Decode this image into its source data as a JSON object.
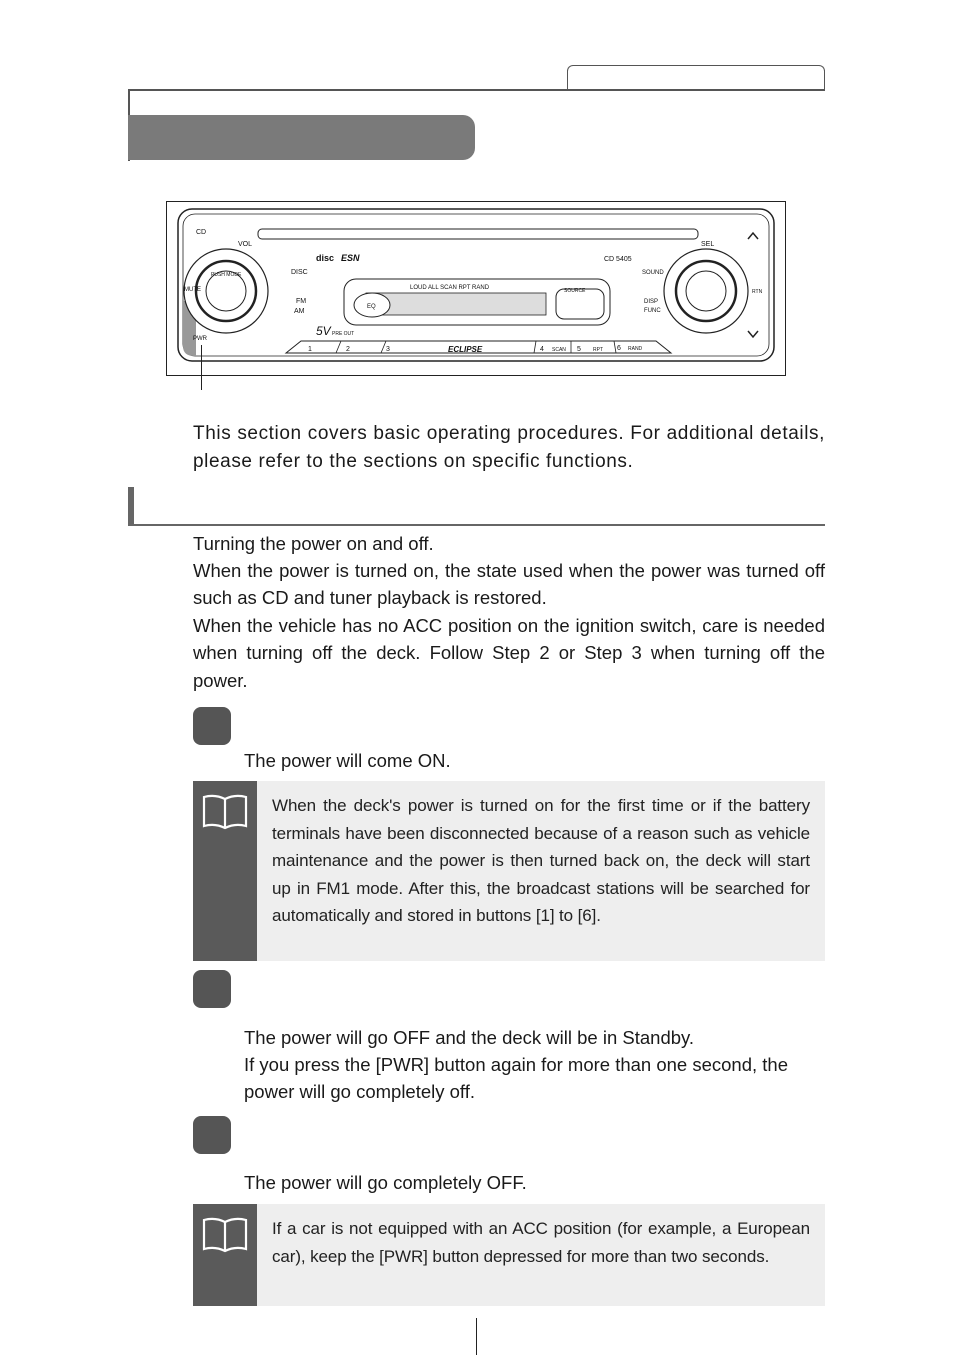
{
  "device": {
    "model": "CD 5405",
    "brand_esn": "ESN",
    "brand_eclipse": "ECLIPSE",
    "cd_logo": "disc",
    "buttons": {
      "cd": "CD",
      "vol": "VOL",
      "push_mode": "PUSH MODE",
      "mute": "MUTE",
      "disc": "DISC",
      "fm": "FM",
      "am": "AM",
      "sel": "SEL",
      "sound": "SOUND",
      "disp": "DISP",
      "func": "FUNC",
      "rtn": "RTN",
      "pwr": "PWR",
      "preout": "5V",
      "preout_label": "PRE OUT",
      "presets": [
        "1",
        "2",
        "3",
        "4",
        "5",
        "6"
      ],
      "scan": "SCAN",
      "rpt": "RPT",
      "rand": "RAND"
    },
    "display": {
      "indicators": "LOUD  ALL  SCAN  RPT  RAND",
      "eq": "EQ",
      "source": "SOURCE"
    }
  },
  "intro": "This section covers basic operating procedures. For additional details, please refer to the sections on specific functions.",
  "power_section": {
    "paragraphs": [
      "Turning the power on and off.",
      "When the power is turned on, the state used when the power was turned off such as CD and tuner playback is restored.",
      "When the vehicle has no ACC position on the ignition switch, care is needed when turning off the deck. Follow Step 2 or Step 3 when turning off the power."
    ],
    "step1_result": "The power will come ON.",
    "note1": "When the deck's power is turned on for the first time or if the battery terminals have been disconnected because of a reason such as vehicle maintenance and the power is then turned back on, the deck will start up in FM1 mode. After this, the broadcast stations will be searched for automatically and stored in buttons [1] to [6].",
    "step2_result_lines": [
      "The power will go OFF and the deck will be in Standby.",
      "If you press the [PWR] button again for more than one second, the power will go completely off."
    ],
    "step3_result": "The power will go completely OFF.",
    "note2": "If a car is not equipped with an ACC position (for example, a European car), keep the [PWR] button depressed for more than two seconds."
  },
  "colors": {
    "title_bar": "#7a7a7a",
    "note_bg": "#eeeeee",
    "note_side": "#5a5a5a",
    "step_badge": "#555555"
  },
  "icons": [
    "book-icon",
    "step-badge"
  ]
}
